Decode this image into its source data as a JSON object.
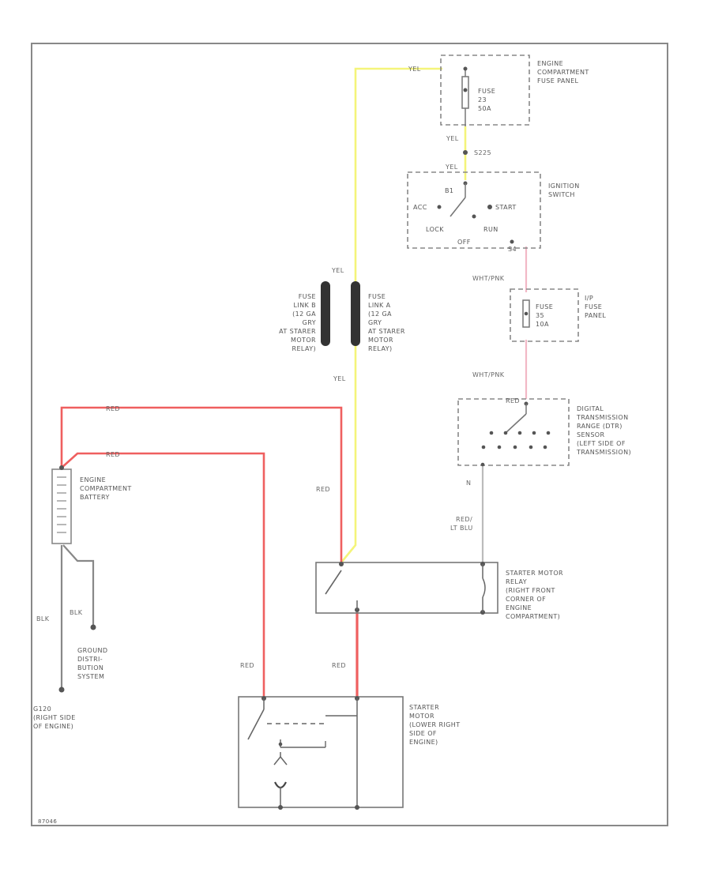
{
  "colors": {
    "wire_yellow": "#f4f47a",
    "wire_red": "#ef5f5f",
    "wire_pink": "#f2b8c6",
    "wire_black": "#888888",
    "frame": "#888888"
  },
  "labels": {
    "engine_fuse_panel": [
      "ENGINE",
      "COMPARTMENT",
      "FUSE PANEL"
    ],
    "fuse_main": [
      "FUSE",
      "23",
      "50A"
    ],
    "wire_yel_top": "YEL",
    "wire_yel_2": "YEL",
    "wire_yel_3": "YEL",
    "splice_s": "S225",
    "ignition_switch": [
      "IGNITION",
      "SWITCH"
    ],
    "ign_b1": "B1",
    "ign_acc": "ACC",
    "ign_start": "START",
    "ign_lock": "LOCK",
    "ign_run": "RUN",
    "ign_off": "OFF",
    "ign_s4": "S4",
    "wire_wht_pnk_1": "WHT/PNK",
    "ip_fuse_panel": [
      "I/P",
      "FUSE",
      "PANEL"
    ],
    "fuse_ip": [
      "FUSE",
      "35",
      "10A"
    ],
    "wire_wht_pnk_2": "WHT/PNK",
    "wire_yel_fl_top": "YEL",
    "wire_yel_fl_bottom": "YEL",
    "fuse_link_b": [
      "FUSE",
      "LINK B",
      "(12 GA",
      "GRY",
      "AT STARER",
      "MOTOR",
      "RELAY)"
    ],
    "fuse_link_a": [
      "FUSE",
      "LINK A",
      "(12 GA",
      "GRY",
      "AT STARER",
      "MOTOR",
      "RELAY)"
    ],
    "dtr_sensor": [
      "DIGITAL",
      "TRANSMISSION",
      "RANGE (DTR)",
      "SENSOR",
      "(LEFT SIDE OF",
      "TRANSMISSION)"
    ],
    "dtr_red": "RED",
    "dtr_n": "N",
    "wire_red_lt_blu": [
      "RED/",
      "LT BLU"
    ],
    "wire_red_top_1": "RED",
    "wire_red_top_2": "RED",
    "wire_red_mid": "RED",
    "battery": [
      "ENGINE",
      "COMPARTMENT",
      "BATTERY"
    ],
    "starter_relay": [
      "STARTER MOTOR",
      "RELAY",
      "(RIGHT FRONT",
      "CORNER OF",
      "ENGINE",
      "COMPARTMENT)"
    ],
    "wire_blk_1": "BLK",
    "wire_blk_2": "BLK",
    "ground_dist": [
      "GROUND",
      "DISTRI-",
      "BUTION",
      "SYSTEM"
    ],
    "ground_g": [
      "G120",
      "(RIGHT SIDE",
      "OF ENGINE)"
    ],
    "wire_red_left": "RED",
    "wire_red_relay_out": "RED",
    "starter_motor": [
      "STARTER",
      "MOTOR",
      "(LOWER RIGHT",
      "SIDE OF",
      "ENGINE)"
    ],
    "diagram_code": "87046"
  }
}
